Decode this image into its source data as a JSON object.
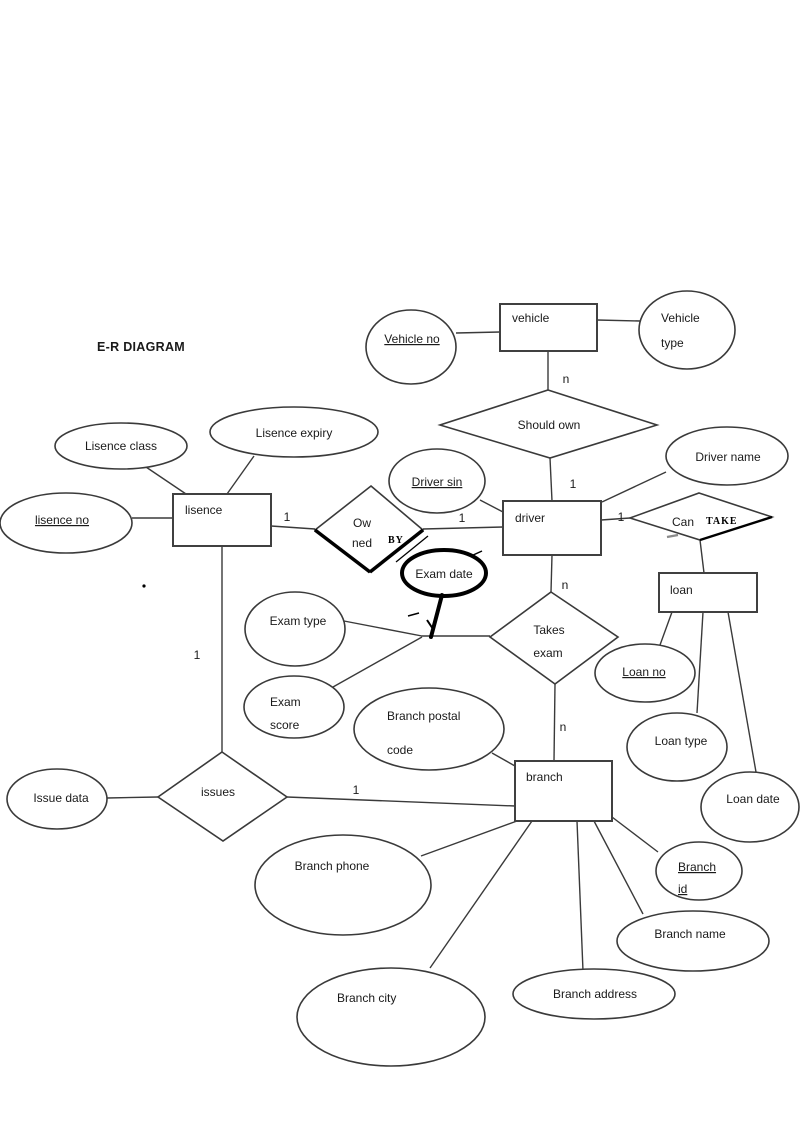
{
  "title": "E-R DIAGRAM",
  "entities": {
    "vehicle": "vehicle",
    "lisence": "lisence",
    "driver": "driver",
    "loan": "loan",
    "branch": "branch"
  },
  "relationships": {
    "should_own": "Should own",
    "owned": {
      "line1": "Ow",
      "line2": "ned",
      "annotation": "BY"
    },
    "can": {
      "label": "Can",
      "annotation": "TAKE"
    },
    "takes_exam": {
      "line1": "Takes",
      "line2": "exam"
    },
    "issues": "issues"
  },
  "attributes": {
    "vehicle_no": "Vehicle no",
    "vehicle_type": {
      "line1": "Vehicle",
      "line2": "type"
    },
    "lisence_class": "Lisence class",
    "lisence_expiry": "Lisence expiry",
    "lisence_no": "lisence no",
    "driver_sin": "Driver sin",
    "driver_name": "Driver name",
    "exam_date": "Exam date",
    "exam_type": "Exam type",
    "exam_score": {
      "line1": "Exam",
      "line2": "score"
    },
    "branch_postal_code": {
      "line1": "Branch postal",
      "line2": "code"
    },
    "issue_data": "Issue data",
    "branch_phone": "Branch phone",
    "loan_no": "Loan no",
    "loan_type": "Loan type",
    "loan_date": "Loan date",
    "branch_id": {
      "line1": "Branch",
      "line2": "id"
    },
    "branch_name": "Branch name",
    "branch_address": "Branch address",
    "branch_city": "Branch city"
  },
  "cardinalities": {
    "vehicle_should_own": "n",
    "should_own_driver": "1",
    "lisence_owned": "1",
    "owned_driver": "1",
    "driver_can": "1",
    "driver_takes_exam": "n",
    "takes_exam_branch": "n",
    "lisence_issues": "1",
    "issues_branch": "1"
  },
  "colors": {
    "line": "#3a3a3a",
    "ink": "#000000",
    "text": "#1a1a1a",
    "background": "#ffffff"
  }
}
